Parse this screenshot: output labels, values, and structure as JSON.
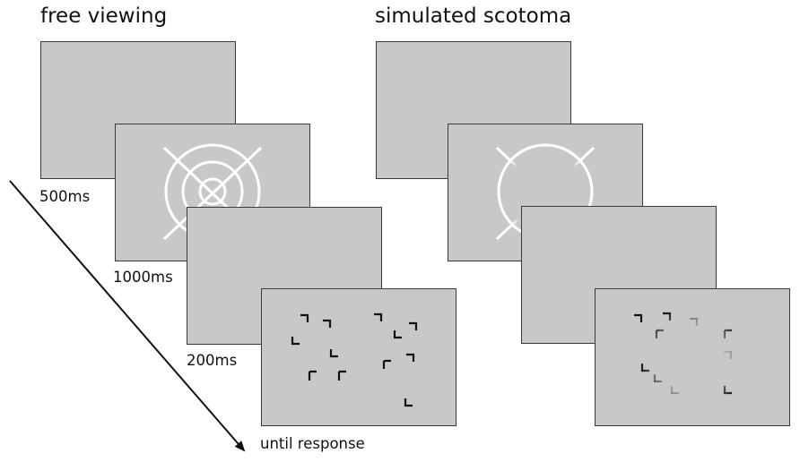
{
  "headings": {
    "left": "free viewing",
    "right": "simulated scotoma"
  },
  "timings": {
    "fixation_blank": "500ms",
    "fixation_target": "1000ms",
    "pre_search": "200ms",
    "search": "until response"
  },
  "colors": {
    "panel_fill": "#c8c8c8",
    "panel_border": "#3a3a3a",
    "fixation_stroke": "#ffffff",
    "search_item": "#111111",
    "arrow": "#111111"
  },
  "icons": {
    "fixation": "bullseye-crosshair-icon",
    "scotoma_fixation": "ring-crosshair-icon",
    "search_item": "corner-bracket-icon",
    "time_axis": "diagonal-arrow-icon"
  }
}
